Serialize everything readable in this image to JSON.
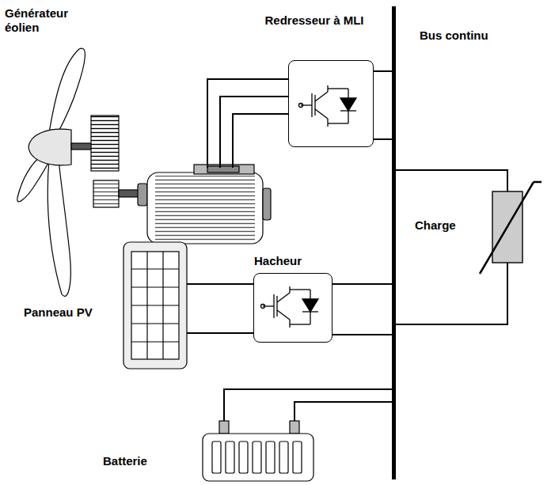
{
  "diagram": {
    "nodes": [
      {
        "text": [
          "Générateur éolien"
        ]
      },
      {
        "text": [
          "Redresseur à MLI"
        ]
      },
      {
        "text": [
          "Bus continu"
        ]
      },
      {
        "text": [
          "Charge"
        ]
      },
      {
        "text": [
          "Panneau PV"
        ]
      },
      {
        "text": [
          "Hacheur"
        ]
      },
      {
        "text": [
          "Batterie"
        ]
      }
    ],
    "edges": [
      {
        "from": 0,
        "to": 1,
        "arrow": "none"
      },
      {
        "from": 1,
        "to": 2,
        "arrow": "none"
      },
      {
        "from": 2,
        "to": 3,
        "arrow": "none"
      },
      {
        "from": 4,
        "to": 5,
        "arrow": "none"
      },
      {
        "from": 5,
        "to": 2,
        "arrow": "none"
      },
      {
        "from": 6,
        "to": 2,
        "arrow": "none"
      }
    ]
  }
}
